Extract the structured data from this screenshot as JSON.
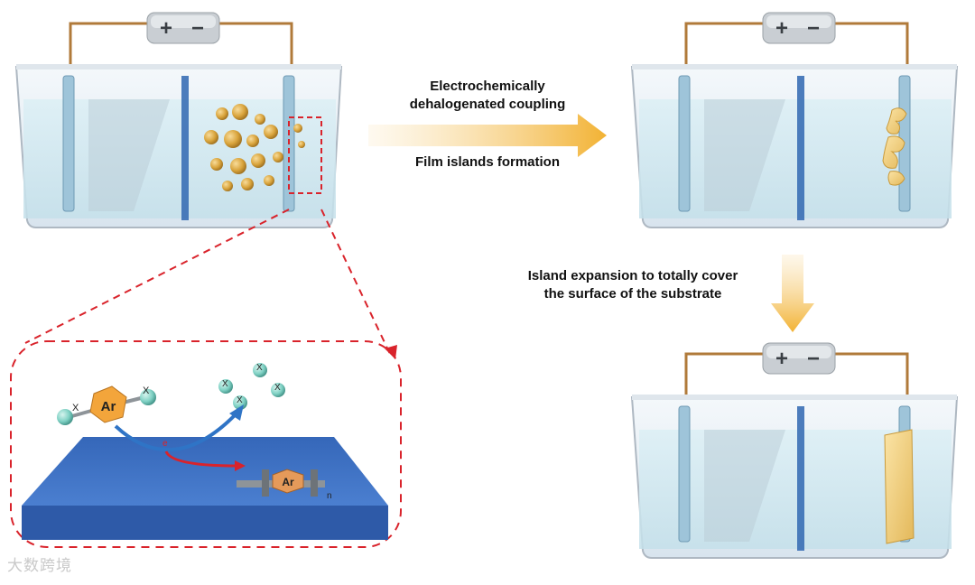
{
  "title": "",
  "labels": {
    "arrow1_line1": "Electrochemically",
    "arrow1_line2": "dehalogenated coupling",
    "arrow1_line3": "Film islands formation",
    "arrow2_line1": "Island expansion to totally cover",
    "arrow2_line2": "the surface of the substrate"
  },
  "battery": {
    "plus": "+",
    "minus": "−"
  },
  "molecule": {
    "core": "Ar",
    "halogen": "X",
    "electron": "e",
    "repeat": "n"
  },
  "watermark": "大数跨境",
  "colors": {
    "arrow": "#f2b233",
    "dashed": "#d9232b",
    "substrate": "#3d6fc0",
    "particle": "#d9a43c",
    "halogen": "#7fd1c4",
    "core": "#f3a53b"
  },
  "icons": [
    "battery-icon",
    "electrolytic-cell-icon",
    "particle-icon",
    "molecule-icon",
    "substrate-slab-icon"
  ]
}
